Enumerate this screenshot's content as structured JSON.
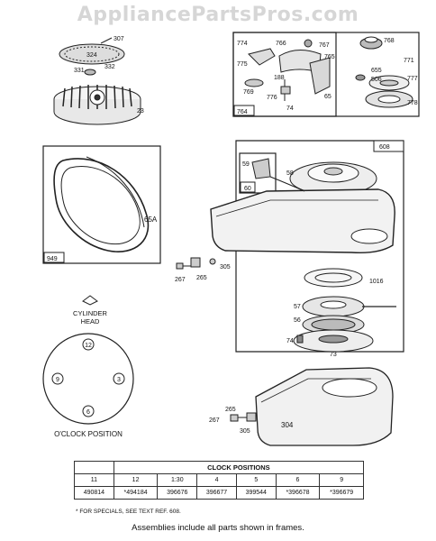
{
  "watermark": "AppliancePartsPros.com",
  "frames": {
    "left_frame_id": "949",
    "top_frame_id": "764",
    "right_frame_id": "608",
    "inset_frame_id": "60"
  },
  "part_labels": {
    "p307": "307",
    "p324": "324",
    "p331": "331",
    "p332": "332",
    "p23": "23",
    "p774": "774",
    "p766": "766",
    "p767": "767",
    "p768": "768",
    "p775": "775",
    "p765": "765",
    "p771": "771",
    "p655": "655",
    "p188": "188",
    "p506": "506",
    "p777": "777",
    "p769": "769",
    "p776": "776",
    "p65": "65",
    "p74": "74",
    "p778": "778",
    "p65A": "65A",
    "p59": "59",
    "p58": "58",
    "p267": "267",
    "p265": "265",
    "p305": "305",
    "p1016": "1016",
    "p57": "57",
    "p56": "56",
    "p74b": "74",
    "p73": "73",
    "p265b": "265",
    "p267b": "267",
    "p304": "304",
    "p305b": "305"
  },
  "cylinder_head": {
    "line1": "CYLINDER",
    "line2": "HEAD"
  },
  "clock": {
    "n12": "12",
    "n3": "3",
    "n6": "6",
    "n9": "9",
    "caption": "O'CLOCK POSITION"
  },
  "table": {
    "header": "CLOCK POSITIONS",
    "positions": [
      "11",
      "12",
      "1:30",
      "4",
      "5",
      "6",
      "9"
    ],
    "parts": [
      "490814",
      "*494184",
      "396676",
      "396677",
      "399544",
      "*396678",
      "*396679"
    ]
  },
  "footnote": "* FOR SPECIALS, SEE TEXT REF. 608.",
  "caption": "Assemblies include all parts shown in frames."
}
